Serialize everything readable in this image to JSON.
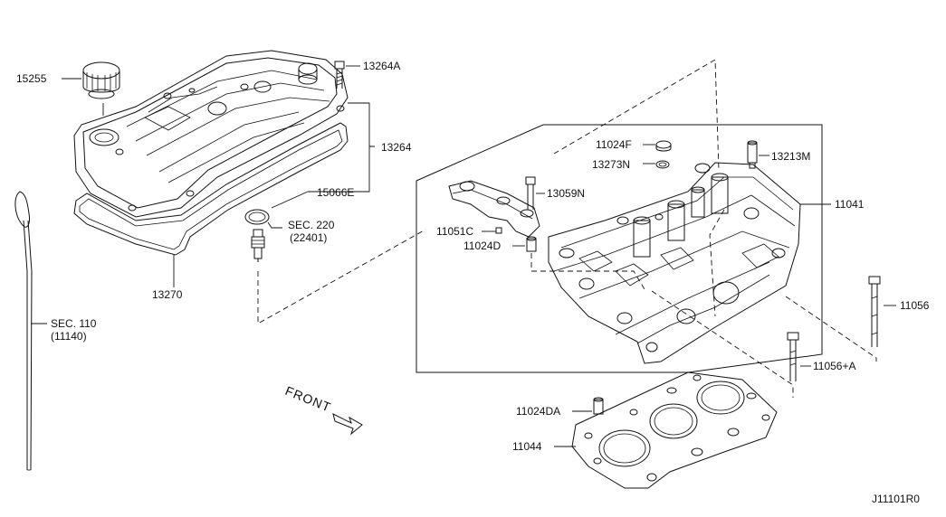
{
  "labels": {
    "p15255": "15255",
    "p13264A": "13264A",
    "p13264": "13264",
    "p15066E": "15066E",
    "sec220": "SEC. 220",
    "sec220sub": "(22401)",
    "p13270": "13270",
    "sec110": "SEC. 110",
    "sec110sub": "(11140)",
    "p11024F": "11024F",
    "p13273N": "13273N",
    "p13213M": "13213M",
    "p13059N": "13059N",
    "p11041": "11041",
    "p11051C": "11051C",
    "p11024D": "11024D",
    "p11056": "11056",
    "p11056A": "11056+A",
    "p11024DA": "11024DA",
    "p11044": "11044",
    "front": "FRONT",
    "diagram_id": "J11101R0"
  }
}
